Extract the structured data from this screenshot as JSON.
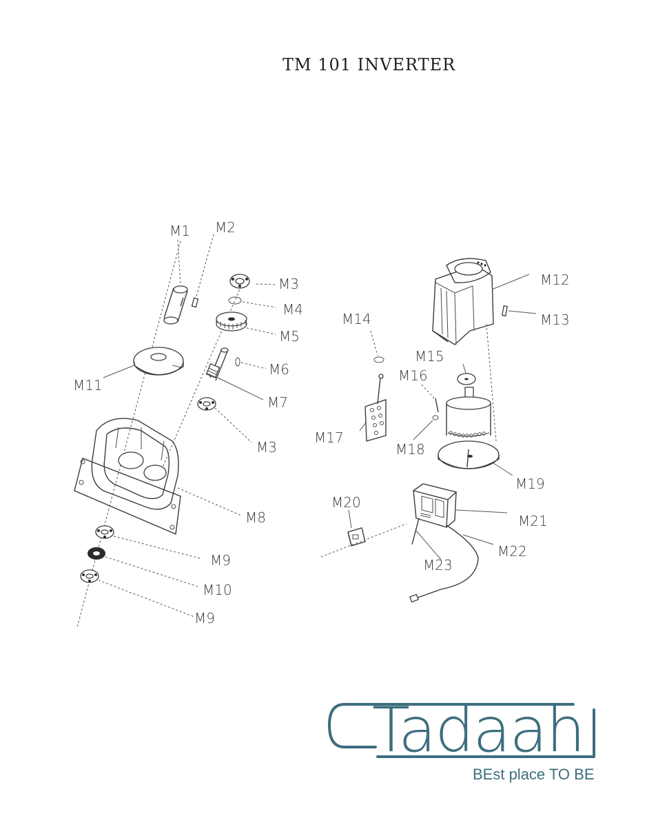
{
  "title": "TM 101 INVERTER",
  "parts": {
    "m1": "M1",
    "m2": "M2",
    "m3a": "M3",
    "m3b": "M3",
    "m4": "M4",
    "m5": "M5",
    "m6": "M6",
    "m7": "M7",
    "m8": "M8",
    "m9a": "M9",
    "m9b": "M9",
    "m10": "M10",
    "m11": "M11",
    "m12": "M12",
    "m13": "M13",
    "m14": "M14",
    "m15": "M15",
    "m16": "M16",
    "m17": "M17",
    "m18": "M18",
    "m19": "M19",
    "m20": "M20",
    "m21": "M21",
    "m22": "M22",
    "m23": "M23"
  },
  "logo": {
    "wordmark": "Tadaah",
    "tagline": "BEst place TO BE",
    "color": "#3d6e7e"
  }
}
